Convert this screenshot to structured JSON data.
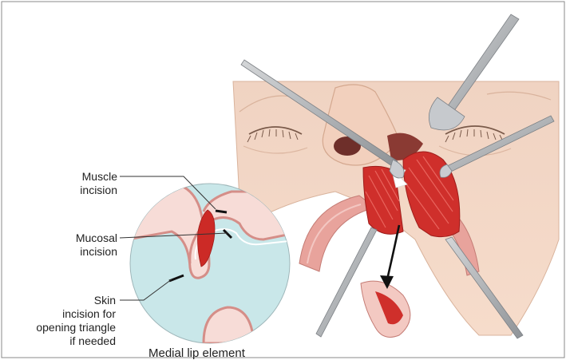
{
  "labels": {
    "muscle": [
      "Muscle",
      "incision"
    ],
    "mucosal": [
      "Mucosal",
      "incision"
    ],
    "skin": [
      "Skin",
      "incision for",
      "opening triangle",
      "if needed"
    ]
  },
  "caption": "Medial lip element",
  "colors": {
    "skin": "#f3d2bd",
    "skin_shadow": "#e2b49a",
    "muscle": "#cf2f2b",
    "mucosa": "#e9a6a0",
    "inset_bg": "#c9e7e9",
    "instrument": "#b9bcc0"
  }
}
